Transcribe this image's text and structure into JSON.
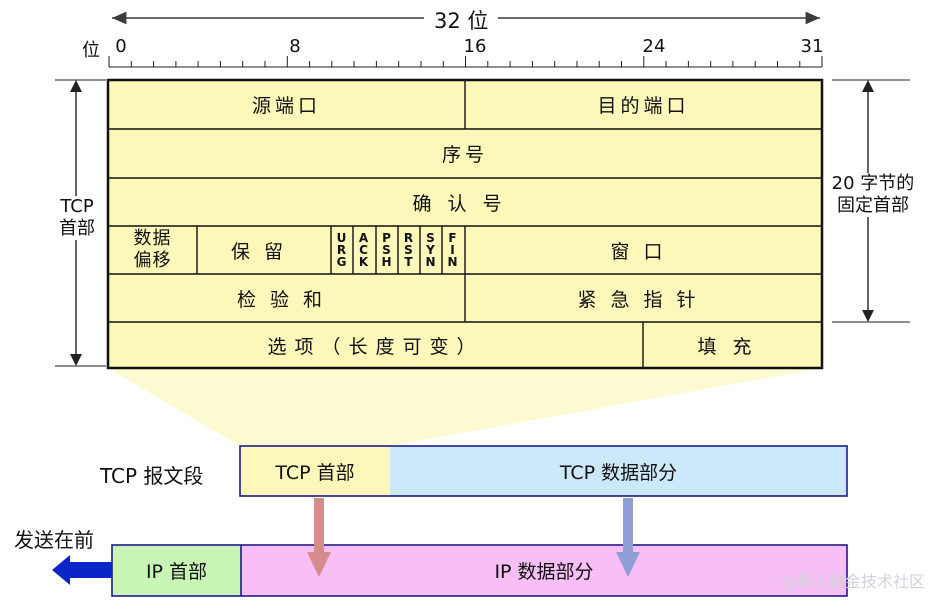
{
  "bit_width_label": "32 位",
  "bit_label": "位",
  "bit_ticks": [
    "0",
    "8",
    "16",
    "24",
    "31"
  ],
  "tcp_header_label": [
    "TCP",
    "首部"
  ],
  "fixed_header_label": [
    "20 字节的",
    "固定首部"
  ],
  "fields": {
    "src_port": "源端口",
    "dst_port": "目的端口",
    "seq": "序号",
    "ack": "确认号",
    "data_offset": [
      "数据",
      "偏移"
    ],
    "reserved": "保留",
    "window": "窗口",
    "checksum": "检验和",
    "urgent": "紧急指针",
    "options": "选项（长度可变）",
    "padding": "填充"
  },
  "flags": [
    [
      "U",
      "R",
      "G"
    ],
    [
      "A",
      "C",
      "K"
    ],
    [
      "P",
      "S",
      "H"
    ],
    [
      "R",
      "S",
      "T"
    ],
    [
      "S",
      "Y",
      "N"
    ],
    [
      "F",
      "I",
      "N"
    ]
  ],
  "segment": {
    "label": "TCP 报文段",
    "header": "TCP 首部",
    "data": "TCP 数据部分"
  },
  "ip": {
    "send_label": "发送在前",
    "header": "IP 首部",
    "data": "IP 数据部分"
  },
  "watermark": "@稀土掘金技术社区",
  "colors": {
    "header_fill": "#fbf8b9",
    "tcp_data_fill": "#cce9fb",
    "ip_header_fill": "#c8f5b5",
    "ip_data_fill": "#f7bff5",
    "frame_stroke": "#1f1a8c",
    "arrow_blue": "#0a26c9",
    "down_arrow_red": "#d68c8c",
    "down_arrow_blue": "#8e9fd6"
  }
}
